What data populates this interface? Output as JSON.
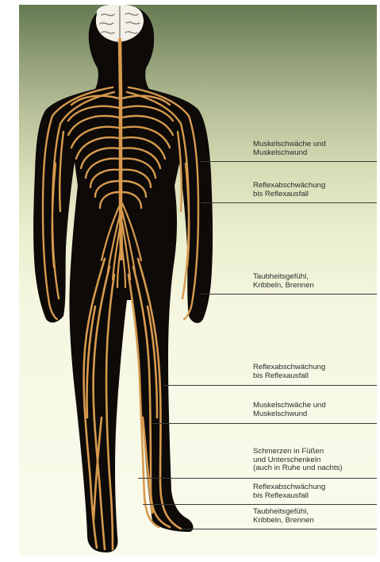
{
  "labels": [
    {
      "id": "shoulder-muscle",
      "text": "Muskelschwäche und\nMuskelschwund"
    },
    {
      "id": "arm-reflex",
      "text": "Reflexabschwächung\nbis Reflexausfall"
    },
    {
      "id": "hand-sensory",
      "text": "Taubheitsgefühl,\nKribbeln, Brennen"
    },
    {
      "id": "knee-reflex",
      "text": "Reflexabschwächung\nbis Reflexausfall"
    },
    {
      "id": "leg-muscle",
      "text": "Muskelschwäche und\nMuskelschwund"
    },
    {
      "id": "calf-pain",
      "text": "Schmerzen in Füßen\nund Unterschenkeln\n(auch in Ruhe und nachts)"
    },
    {
      "id": "ankle-reflex",
      "text": "Reflexabschwächung\nbis Reflexausfall"
    },
    {
      "id": "foot-sensory",
      "text": "Taubheitsgefühl,\nKribbeln, Brennen"
    }
  ],
  "colors": {
    "nerve": "#d79a4e",
    "body": "#0d0a08",
    "brain": "#f2f0e8"
  }
}
